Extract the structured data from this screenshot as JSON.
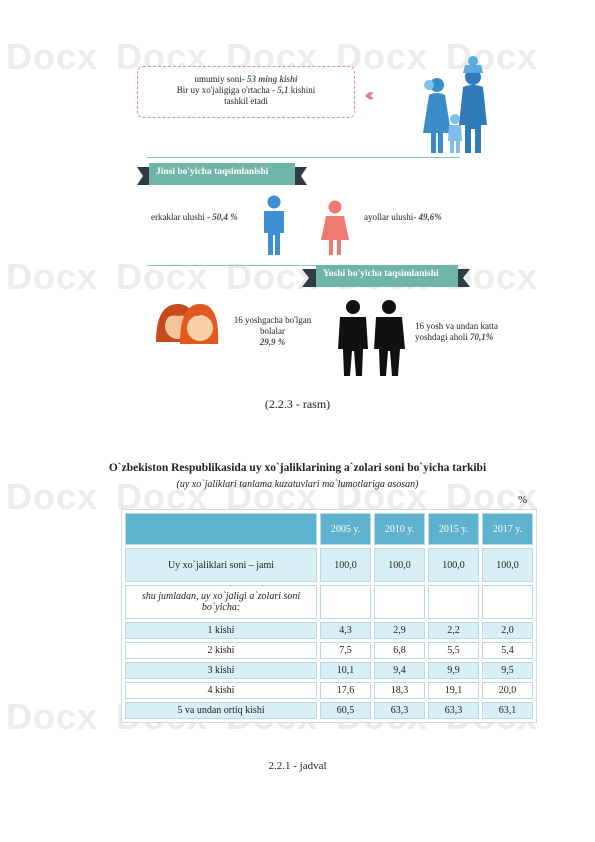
{
  "watermark": "Docx",
  "infographic": {
    "box_line1_prefix": "umumiy soni- ",
    "box_line1_value": "53 ming kishi",
    "box_line2_prefix": "Bir uy xo'jaligiga o'rtacha - ",
    "box_line2_value": "5,1",
    "box_line2_suffix": " kishini",
    "box_line3": "tashkil etadi",
    "gender_ribbon": "Jinsi bo'yicha taqsimlanishi",
    "men_label": "erkaklar ulushi - ",
    "men_value": "50,4 %",
    "women_label": "ayollar ulushi- ",
    "women_value": "49,6%",
    "age_ribbon": "Yoshi bo'yicha taqsimlanishi",
    "young_line1": "16 yoshgacha bo'lgan",
    "young_line2": "bolalar",
    "young_value": "29,9 %",
    "adult_line1": "16 yosh va undan katta",
    "adult_line2_prefix": "yoshdagi aholi ",
    "adult_value": "70,1%",
    "colors": {
      "teal": "#6fb6a9",
      "pink": "#e58aa5",
      "blue": "#3d8fd1"
    }
  },
  "figure_caption": "(2.2.3 - rasm)",
  "table": {
    "title": "O`zbekiston Respublikasida uy xo`jaliklarining a`zolari soni bo`yicha tarkibi",
    "subtitle": "(uy xo`jaliklari tanlama kuzatuvlari ma`lumotlariga asosan)",
    "unit": "%",
    "columns": [
      "",
      "2005 y.",
      "2010 y.",
      "2015 y.",
      "2017 y."
    ],
    "rows": [
      [
        "Uy xo`jaliklari soni – jami",
        "100,0",
        "100,0",
        "100,0",
        "100,0"
      ],
      [
        "shu jumladan, uy xo`jaligi a`zolari soni bo`yicha:",
        "",
        "",
        "",
        ""
      ],
      [
        "1 kishi",
        "4,3",
        "2,9",
        "2,2",
        "2,0"
      ],
      [
        "2 kishi",
        "7,5",
        "6,8",
        "5,5",
        "5,4"
      ],
      [
        "3 kishi",
        "10,1",
        "9,4",
        "9,9",
        "9,5"
      ],
      [
        "4 kishi",
        "17,6",
        "18,3",
        "19,1",
        "20,0"
      ],
      [
        "5 va undan ortiq kishi",
        "60,5",
        "63,3",
        "63,3",
        "63,1"
      ]
    ],
    "header_color": "#5fb2cd",
    "band_color": "#d9eff6"
  },
  "table_caption": "2.2.1 - jadval"
}
